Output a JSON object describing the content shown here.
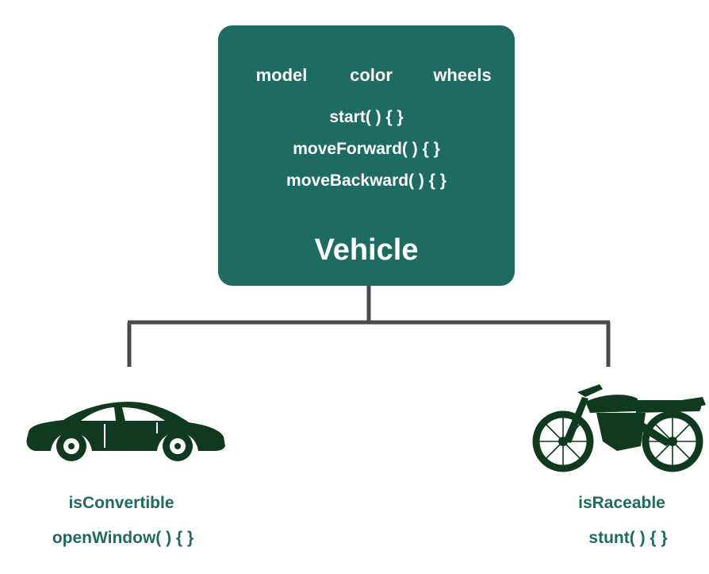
{
  "parent": {
    "name": "Vehicle",
    "attributes": [
      "model",
      "color",
      "wheels"
    ],
    "methods": [
      "start( ) { }",
      "moveForward( ) { }",
      "moveBackward( ) { }"
    ]
  },
  "children": [
    {
      "icon": "car-icon",
      "property": "isConvertible",
      "method": "openWindow( ) { }"
    },
    {
      "icon": "motorcycle-icon",
      "property": "isRaceable",
      "method": "stunt( ) { }"
    }
  ],
  "colors": {
    "box": "#1e6b5f",
    "box_text": "#ffffff",
    "label_text": "#1e6b5f",
    "connector": "#4a4a4a",
    "silhouette": "#0f3a20"
  }
}
